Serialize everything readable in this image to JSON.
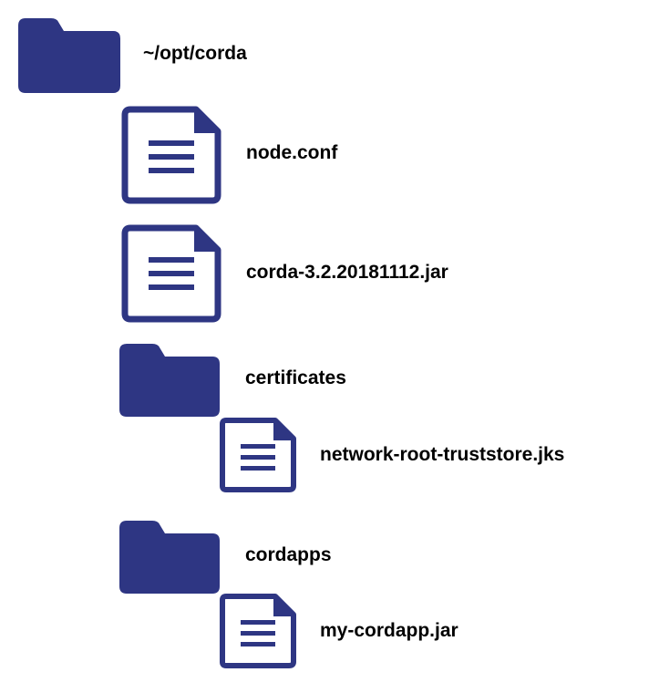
{
  "colors": {
    "icon": "#2e3683",
    "text": "#000000",
    "background": "#ffffff"
  },
  "tree": {
    "root": {
      "icon": "folder-icon",
      "label": "~/opt/corda"
    },
    "node_conf": {
      "icon": "document-icon",
      "label": "node.conf"
    },
    "corda_jar": {
      "icon": "document-icon",
      "label": "corda-3.2.20181112.jar"
    },
    "certificates": {
      "icon": "folder-icon",
      "label": "certificates"
    },
    "truststore": {
      "icon": "document-icon",
      "label": "network-root-truststore.jks"
    },
    "cordapps": {
      "icon": "folder-icon",
      "label": "cordapps"
    },
    "my_cordapp": {
      "icon": "document-icon",
      "label": "my-cordapp.jar"
    }
  }
}
